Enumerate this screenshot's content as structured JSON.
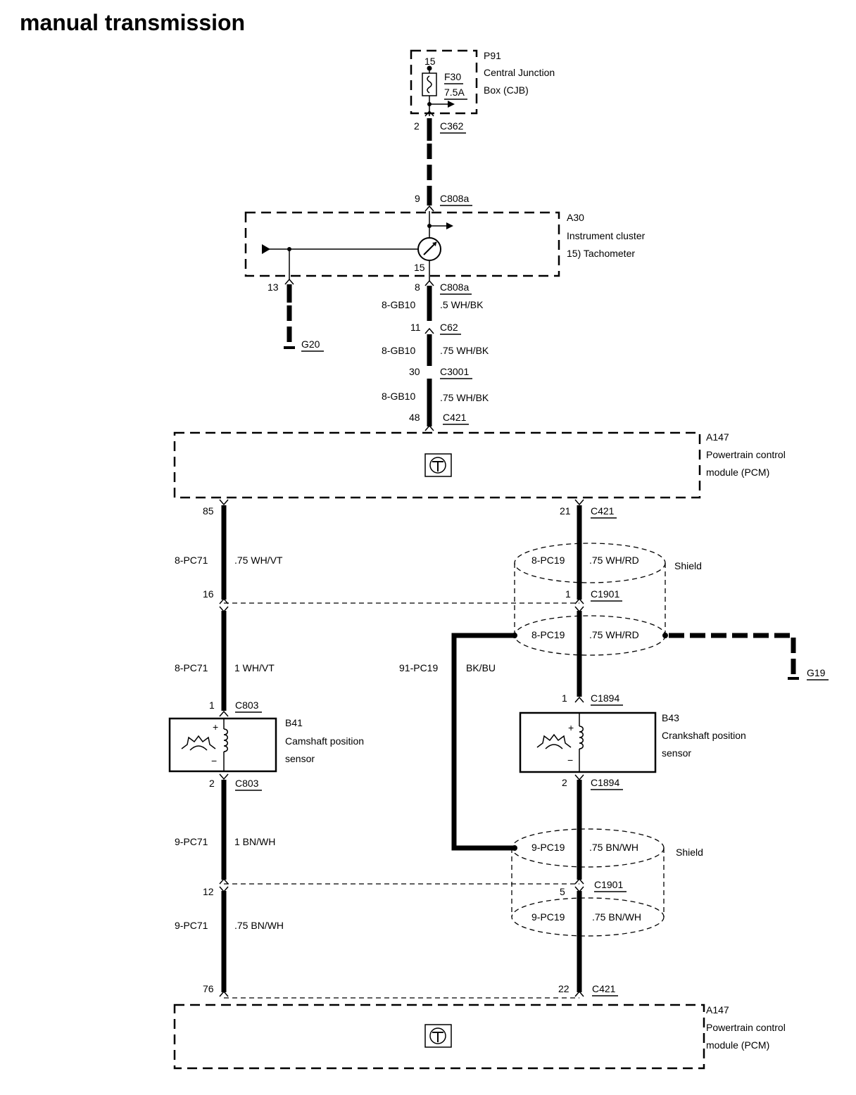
{
  "title": "manual transmission",
  "components": {
    "p91": {
      "id": "P91",
      "line1": "Central Junction",
      "line2": "Box (CJB)",
      "fuse_pin": "15",
      "fuse_name": "F30",
      "fuse_rating": "7.5A"
    },
    "a30": {
      "id": "A30",
      "line1": "Instrument cluster",
      "line2": "15)  Tachometer",
      "pin": "15"
    },
    "a147_top": {
      "id": "A147",
      "line1": "Powertrain control",
      "line2": "module (PCM)"
    },
    "a147_bottom": {
      "id": "A147",
      "line1": "Powertrain control",
      "line2": "module (PCM)"
    },
    "b41": {
      "id": "B41",
      "line1": "Camshaft position",
      "line2": "sensor",
      "plus": "+",
      "minus": "−"
    },
    "b43": {
      "id": "B43",
      "line1": "Crankshaft position",
      "line2": "sensor",
      "plus": "+",
      "minus": "−"
    }
  },
  "connectors": {
    "c362": {
      "pin": "2",
      "name": "C362"
    },
    "c808a_top": {
      "pin": "9",
      "name": "C808a"
    },
    "c808a_13": {
      "pin": "13"
    },
    "c808a_bottom": {
      "pin": "8",
      "name": "C808a"
    },
    "c62": {
      "pin": "11",
      "name": "C62"
    },
    "c3001": {
      "pin": "30",
      "name": "C3001"
    },
    "c421_48": {
      "pin": "48",
      "name": "C421"
    },
    "c421_85": {
      "pin": "85"
    },
    "c421_21": {
      "pin": "21",
      "name": "C421"
    },
    "c1901_16": {
      "pin": "16"
    },
    "c1901_1": {
      "pin": "1",
      "name": "C1901"
    },
    "c803_1": {
      "pin": "1",
      "name": "C803"
    },
    "c803_2": {
      "pin": "2",
      "name": "C803"
    },
    "c1894_1": {
      "pin": "1",
      "name": "C1894"
    },
    "c1894_2": {
      "pin": "2",
      "name": "C1894"
    },
    "c1901_12": {
      "pin": "12"
    },
    "c1901_5": {
      "pin": "5",
      "name": "C1901"
    },
    "c421_76": {
      "pin": "76"
    },
    "c421_22": {
      "pin": "22",
      "name": "C421"
    }
  },
  "grounds": {
    "g20": "G20",
    "g19": "G19"
  },
  "wires": {
    "w1": {
      "circuit": "8-GB10",
      "spec": ".5 WH/BK"
    },
    "w2": {
      "circuit": "8-GB10",
      "spec": ".75 WH/BK"
    },
    "w3": {
      "circuit": "8-GB10",
      "spec": ".75 WH/BK"
    },
    "w4": {
      "circuit": "8-PC71",
      "spec": ".75 WH/VT"
    },
    "w5": {
      "circuit": "8-PC71",
      "spec": "1 WH/VT"
    },
    "w6": {
      "circuit": "9-PC71",
      "spec": "1 BN/WH"
    },
    "w7": {
      "circuit": "9-PC71",
      "spec": ".75 BN/WH"
    },
    "w8": {
      "circuit": "8-PC19",
      "spec": ".75 WH/RD"
    },
    "w9": {
      "circuit": "8-PC19",
      "spec": ".75 WH/RD"
    },
    "w10": {
      "circuit": "9-PC19",
      "spec": ".75 BN/WH"
    },
    "w11": {
      "circuit": "9-PC19",
      "spec": ".75 BN/WH"
    },
    "w12": {
      "circuit": "91-PC19",
      "spec": "BK/BU"
    }
  },
  "shield_label": "Shield"
}
